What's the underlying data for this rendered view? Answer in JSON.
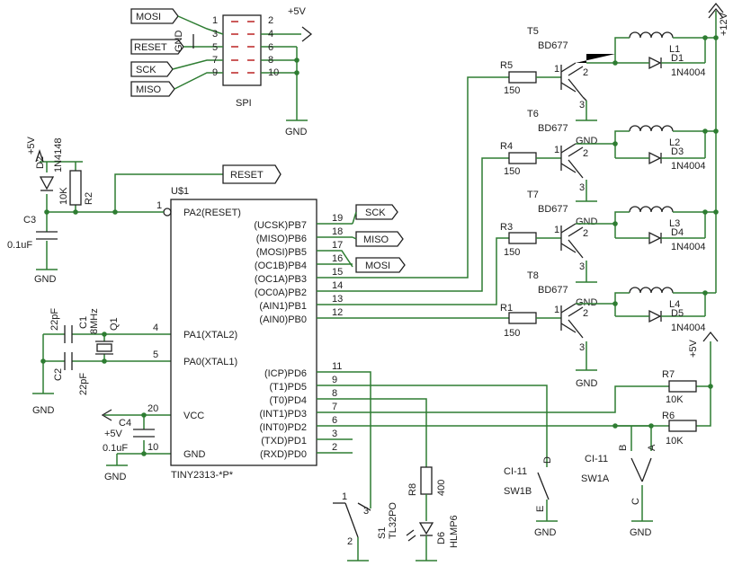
{
  "spi": {
    "nets": [
      "MOSI",
      "RESET",
      "SCK",
      "MISO"
    ],
    "pins": [
      "1",
      "2",
      "3",
      "4",
      "5",
      "6",
      "7",
      "8",
      "9",
      "10"
    ],
    "gnd_label": "GND",
    "vcc": "+5V",
    "name": "SPI",
    "gnd_bottom": "GND"
  },
  "reset_net": "RESET",
  "mcu": {
    "ref": "U$1",
    "value": "TINY2313-*P*",
    "left_pins": [
      {
        "num": "1",
        "label": "PA2(RESET)"
      },
      {
        "num": "4",
        "label": "PA1(XTAL2)"
      },
      {
        "num": "5",
        "label": "PA0(XTAL1)"
      },
      {
        "num": "20",
        "label": "VCC"
      },
      {
        "num": "10",
        "label": "GND"
      }
    ],
    "right_pins": [
      {
        "num": "19",
        "label": "(UCSK)PB7"
      },
      {
        "num": "18",
        "label": "(MISO)PB6"
      },
      {
        "num": "17",
        "label": "(MOSI)PB5"
      },
      {
        "num": "16",
        "label": "(OC1B)PB4"
      },
      {
        "num": "15",
        "label": "(OC1A)PB3"
      },
      {
        "num": "14",
        "label": "(OC0A)PB2"
      },
      {
        "num": "13",
        "label": "(AIN1)PB1"
      },
      {
        "num": "12",
        "label": "(AIN0)PB0"
      },
      {
        "num": "11",
        "label": "(ICP)PD6"
      },
      {
        "num": "9",
        "label": "(T1)PD5"
      },
      {
        "num": "8",
        "label": "(T0)PD4"
      },
      {
        "num": "7",
        "label": "(INT1)PD3"
      },
      {
        "num": "6",
        "label": "(INT0)PD2"
      },
      {
        "num": "3",
        "label": "(TXD)PD1"
      },
      {
        "num": "2",
        "label": "(RXD)PD0"
      }
    ],
    "pb_nets": [
      "SCK",
      "MISO",
      "MOSI"
    ]
  },
  "reset_circuit": {
    "vcc": "+5V",
    "diode_ref": "D2",
    "diode_val": "1N4148",
    "res_ref": "R2",
    "res_val": "10K",
    "cap_ref": "C3",
    "cap_val": "0.1uF",
    "gnd": "GND"
  },
  "crystal": {
    "c1_ref": "C1",
    "c1_val": "22pF",
    "c2_ref": "C2",
    "c2_val": "22pF",
    "q_ref": "Q1",
    "q_val": "8MHz",
    "gnd": "GND"
  },
  "power": {
    "cap_ref": "C4",
    "vcc": "+5V",
    "cap_val": "0.1uF",
    "gnd": "GND"
  },
  "drivers": [
    {
      "r": "R5",
      "rv": "150",
      "t": "T5",
      "tv": "BD677",
      "l": "L1",
      "d": "D1",
      "dv": "1N4004",
      "gnd": "GND"
    },
    {
      "r": "R4",
      "rv": "150",
      "t": "T6",
      "tv": "BD677",
      "l": "L2",
      "d": "D3",
      "dv": "1N4004",
      "gnd": "GND"
    },
    {
      "r": "R3",
      "rv": "150",
      "t": "T7",
      "tv": "BD677",
      "l": "L3",
      "d": "D4",
      "dv": "1N4004",
      "gnd": "GND"
    },
    {
      "r": "R1",
      "rv": "150",
      "t": "T8",
      "tv": "BD677",
      "l": "L4",
      "d": "D5",
      "dv": "1N4004",
      "gnd": "GND"
    }
  ],
  "supply12": "+12V",
  "transistor_pins": [
    "1",
    "2",
    "3"
  ],
  "switches": {
    "s1_ref": "S1",
    "s1_val": "TL32PO",
    "s1_pins": [
      "1",
      "2",
      "3"
    ],
    "sw1b_ref": "SW1B",
    "sw1b_val": "CI-11",
    "sw1b_pins": [
      "D",
      "E"
    ],
    "sw1a_ref": "SW1A",
    "sw1a_val": "CI-11",
    "sw1a_pins": [
      "A",
      "B",
      "C"
    ],
    "gnd": "GND"
  },
  "led": {
    "r_ref": "R8",
    "r_val": "400",
    "d_ref": "D6",
    "d_val": "HLMP6"
  },
  "pullups": {
    "r7": "R7",
    "r7v": "10K",
    "r6": "R6",
    "r6v": "10K",
    "vcc": "+5V"
  }
}
